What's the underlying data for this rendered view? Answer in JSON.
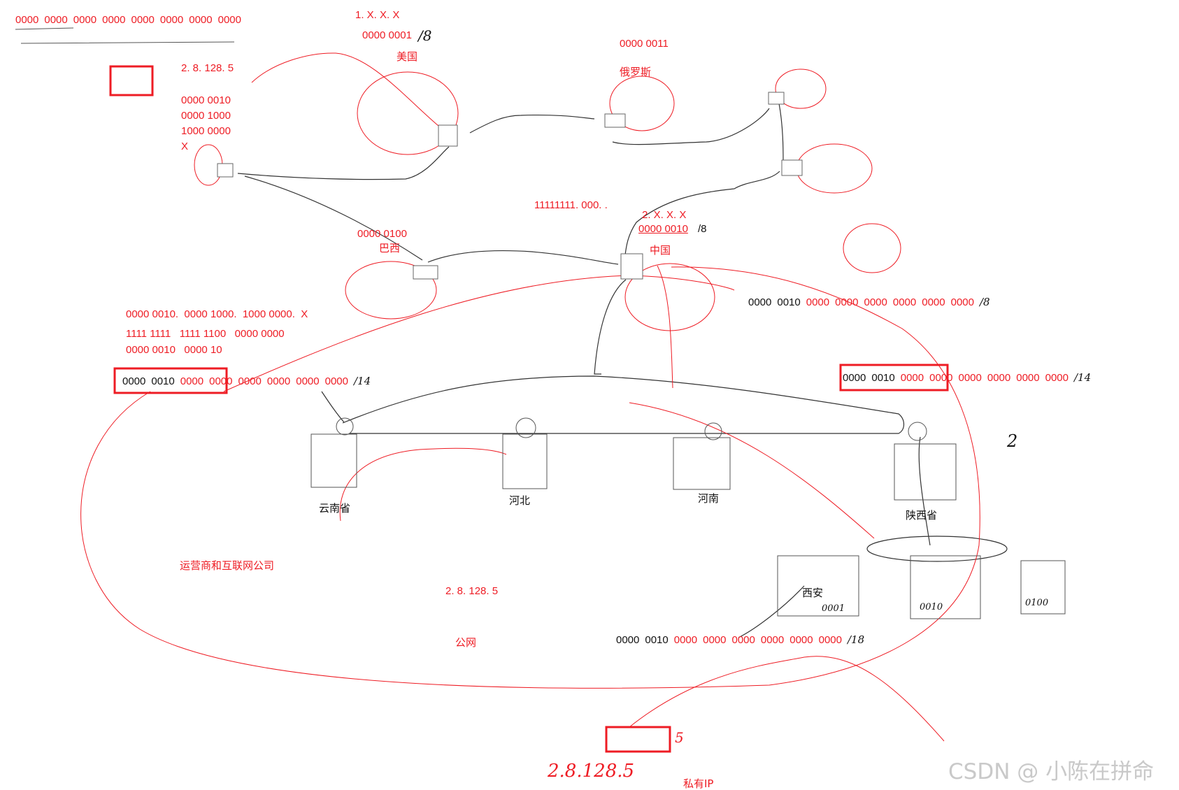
{
  "colors": {
    "ink": "#111111",
    "red": "#ee1c24",
    "box": "#777777"
  },
  "top_row": [
    "0000",
    "0000",
    "0000",
    "0000",
    "0000",
    "0000",
    "0000",
    "0000"
  ],
  "usa": {
    "prefix": "1. X. X. X",
    "bits": "0000 0001",
    "mask": "/8",
    "name": "美国"
  },
  "russia": {
    "bits": "0000 0011",
    "name": "俄罗斯"
  },
  "left_note": {
    "ip": "2. 8. 128. 5",
    "lines": [
      "0000 0010",
      "0000 1000",
      "1000 0000",
      "X"
    ]
  },
  "brazil": {
    "bits": "0000 0100",
    "name": "巴西"
  },
  "mask_note": "11111111. 000. .",
  "china": {
    "prefix": "2. X. X. X",
    "bits": "0000 0010",
    "mask": "/8",
    "name": "中国"
  },
  "china_row": {
    "black": [
      "0000",
      "0010"
    ],
    "red": [
      "0000",
      "0000",
      "0000",
      "0000",
      "0000",
      "0000"
    ],
    "mask": "/8"
  },
  "calc": {
    "line1": "0000 0010.  0000 1000.  1000 0000.  X",
    "line2": "1111 1111   1111 1100   0000 0000",
    "line3": "0000 0010   0000 10"
  },
  "left_row": {
    "black": [
      "0000",
      "0010"
    ],
    "red": [
      "0000",
      "0000",
      "0000",
      "0000",
      "0000",
      "0000"
    ],
    "mask": "/14"
  },
  "right_row": {
    "black": [
      "0000",
      "0010"
    ],
    "red": [
      "0000",
      "0000",
      "0000",
      "0000",
      "0000",
      "0000"
    ],
    "mask": "/14"
  },
  "provinces": [
    "云南省",
    "河北",
    "河南",
    "陕西省"
  ],
  "cities": {
    "xian": "西安",
    "xian_bits": "0001",
    "city2_bits": "0010",
    "city3_bits": "0100"
  },
  "isp_label": "运营商和互联网公司",
  "public_ip": "2. 8. 128. 5",
  "public_net": "公网",
  "bottom_row": {
    "black": [
      "0000",
      "0010"
    ],
    "red": [
      "0000",
      "0000",
      "0000",
      "0000",
      "0000",
      "0000"
    ],
    "mask": "/18"
  },
  "bottom_box_suffix": "5",
  "bottom_ip": "2.8.128.5",
  "private_ip": "私有IP",
  "side_note": "2",
  "watermark": "CSDN @  小陈在拼命"
}
